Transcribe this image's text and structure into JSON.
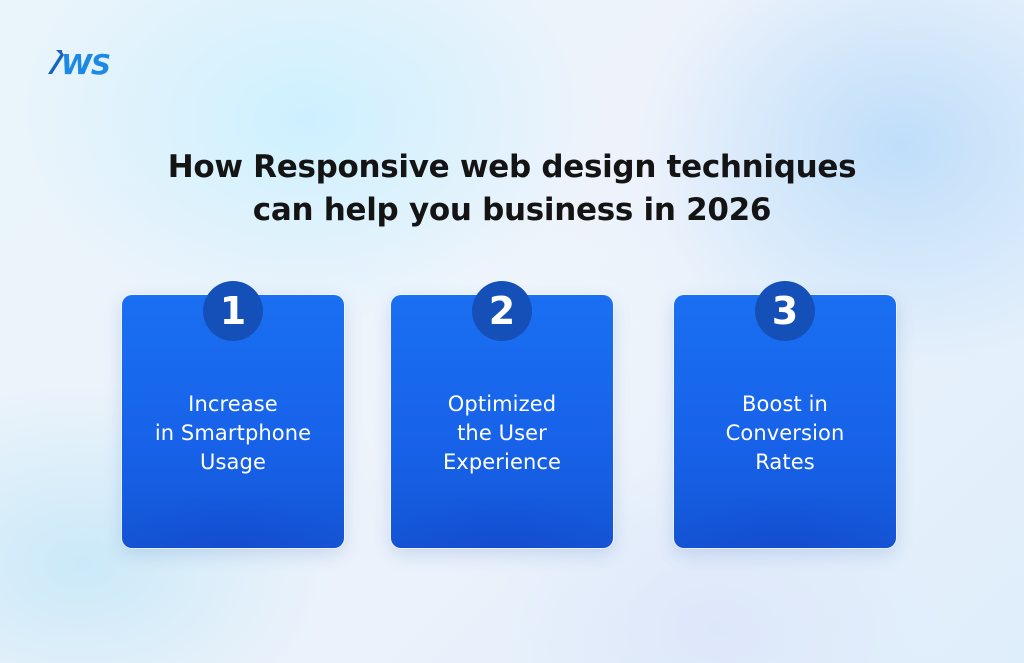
{
  "logo": {
    "text": "WS",
    "icon": "ws-logo-mark",
    "colors": {
      "primary": "#1e88e5",
      "accent": "#1565c0"
    }
  },
  "heading": {
    "line1": "How Responsive web design techniques",
    "line2": "can help you business in 2026"
  },
  "cards": [
    {
      "number": "1",
      "lines": [
        "Increase",
        "in Smartphone",
        "Usage"
      ]
    },
    {
      "number": "2",
      "lines": [
        "Optimized",
        "the User",
        "Experience"
      ]
    },
    {
      "number": "3",
      "lines": [
        "Boost in",
        "Conversion",
        "Rates"
      ]
    }
  ],
  "colors": {
    "card": "#1766ee",
    "badge": "#1450b8",
    "heading": "#141414",
    "card_text": "#ffffff"
  }
}
